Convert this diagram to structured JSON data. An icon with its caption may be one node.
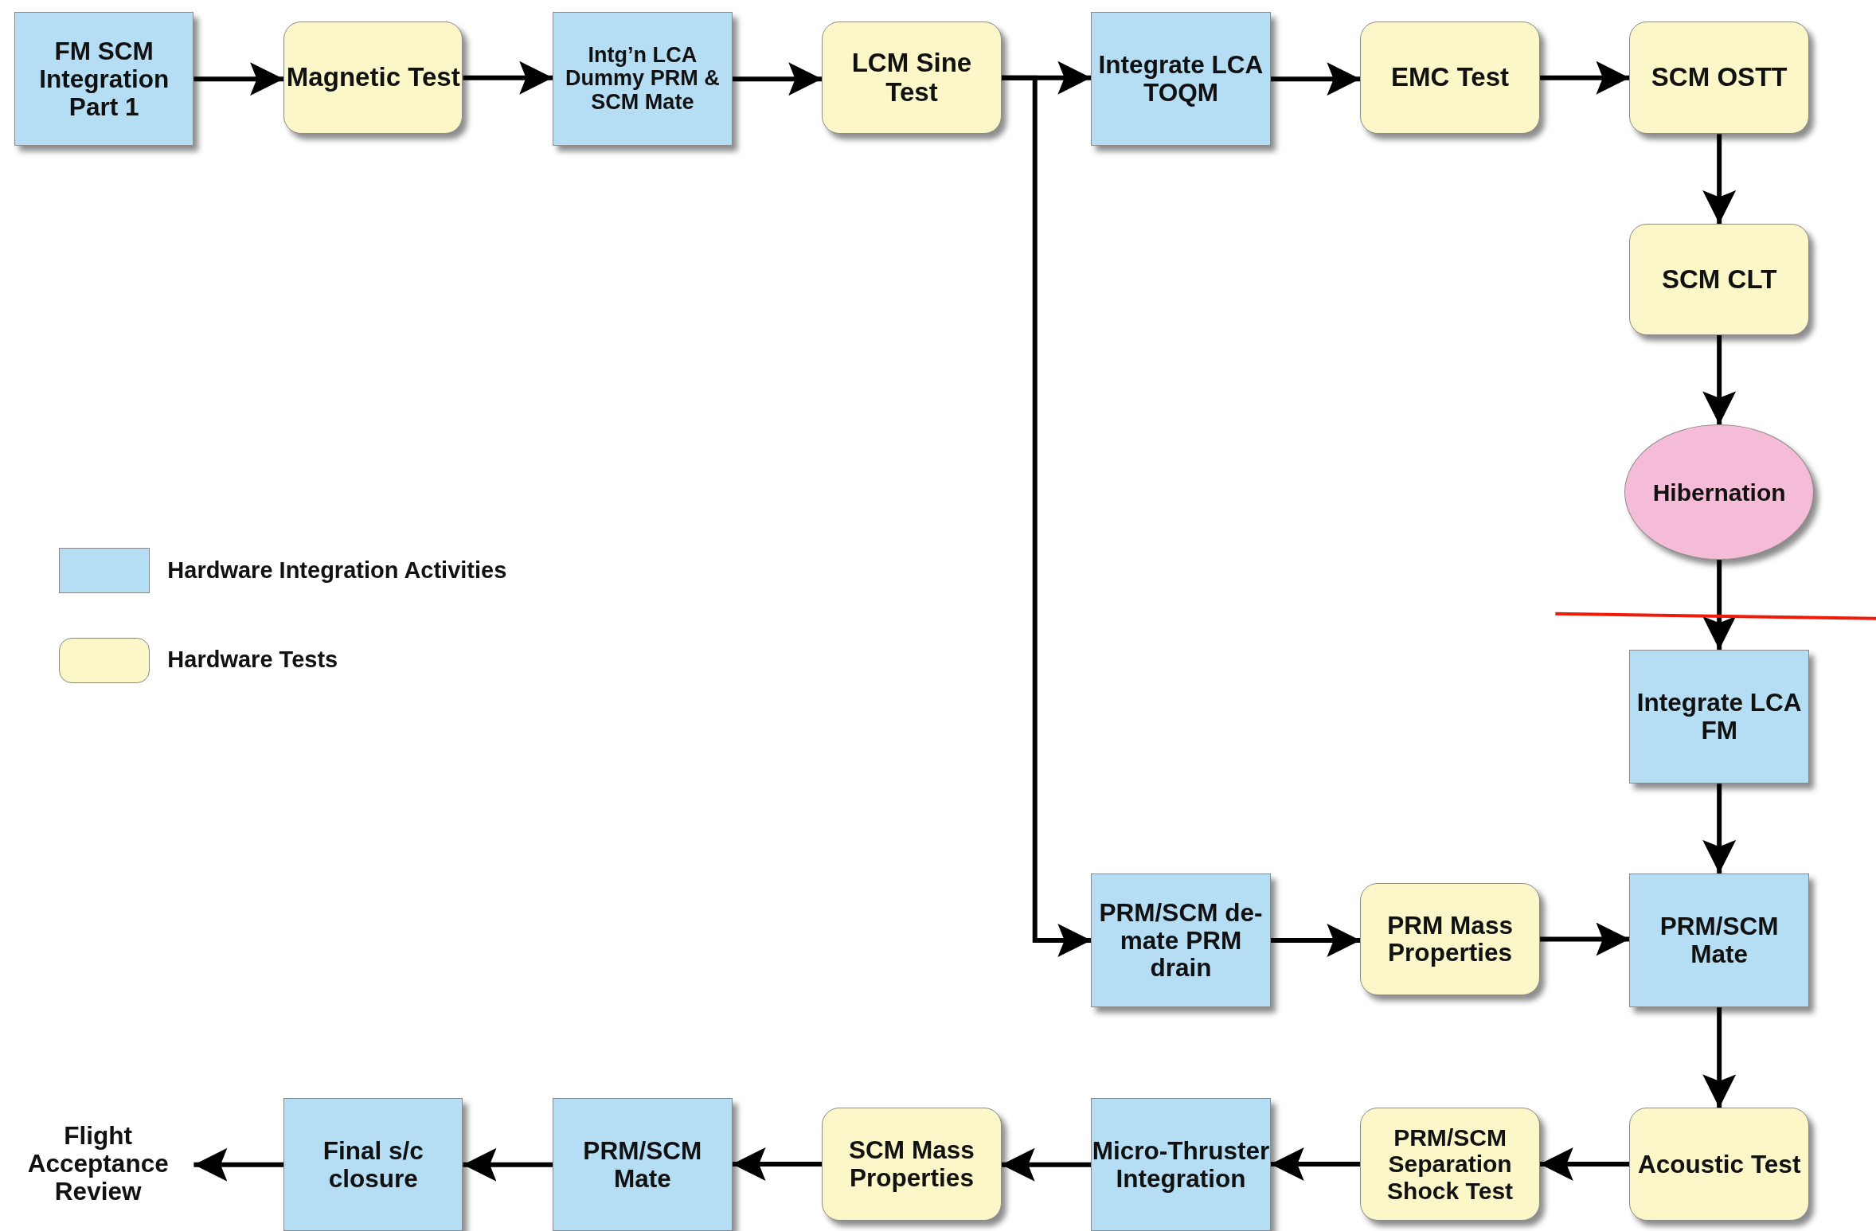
{
  "diagram": {
    "nodes": [
      {
        "text": [
          "FM SCM Integration Part 1"
        ]
      },
      {
        "text": [
          "Magnetic Test"
        ]
      },
      {
        "text": [
          "Intg’n LCA Dummy PRM & SCM Mate"
        ]
      },
      {
        "text": [
          "LCM Sine Test"
        ]
      },
      {
        "text": [
          "Integrate LCA TOQM"
        ]
      },
      {
        "text": [
          "EMC Test"
        ]
      },
      {
        "text": [
          "SCM OSTT"
        ]
      },
      {
        "text": [
          "SCM CLT"
        ]
      },
      {
        "text": [
          "Hibernation"
        ]
      },
      {
        "text": [
          "Integrate LCA FM"
        ]
      },
      {
        "text": [
          "PRM/SCM Mate"
        ]
      },
      {
        "text": [
          "PRM/SCM de-mate PRM drain"
        ]
      },
      {
        "text": [
          "PRM Mass Properties"
        ]
      },
      {
        "text": [
          "Acoustic Test"
        ]
      },
      {
        "text": [
          "PRM/SCM Separation Shock Test"
        ]
      },
      {
        "text": [
          "Micro-Thruster Integration"
        ]
      },
      {
        "text": [
          "SCM Mass Properties"
        ]
      },
      {
        "text": [
          "PRM/SCM Mate"
        ]
      },
      {
        "text": [
          "Final s/c closure"
        ]
      },
      {
        "text": [
          "Flight Acceptance Review"
        ]
      }
    ],
    "edges": [
      {
        "from": 0,
        "to": 1,
        "arrow": "to"
      },
      {
        "from": 1,
        "to": 2,
        "arrow": "to"
      },
      {
        "from": 2,
        "to": 3,
        "arrow": "to"
      },
      {
        "from": 3,
        "to": 4,
        "arrow": "to"
      },
      {
        "from": 4,
        "to": 5,
        "arrow": "to"
      },
      {
        "from": 5,
        "to": 6,
        "arrow": "to"
      },
      {
        "from": 6,
        "to": 7,
        "arrow": "to"
      },
      {
        "from": 7,
        "to": 8,
        "arrow": "to"
      },
      {
        "from": 8,
        "to": 9,
        "arrow": "to"
      },
      {
        "from": 9,
        "to": 10,
        "arrow": "to"
      },
      {
        "from": 3,
        "to": 11,
        "arrow": "to"
      },
      {
        "from": 11,
        "to": 12,
        "arrow": "to"
      },
      {
        "from": 12,
        "to": 10,
        "arrow": "to"
      },
      {
        "from": 10,
        "to": 13,
        "arrow": "to"
      },
      {
        "from": 13,
        "to": 14,
        "arrow": "to"
      },
      {
        "from": 14,
        "to": 15,
        "arrow": "to"
      },
      {
        "from": 15,
        "to": 16,
        "arrow": "to"
      },
      {
        "from": 16,
        "to": 17,
        "arrow": "to"
      },
      {
        "from": 17,
        "to": 18,
        "arrow": "to"
      },
      {
        "from": 18,
        "to": 19,
        "arrow": "to"
      }
    ],
    "legend": [
      {
        "text": "Hardware Integration Activities",
        "color": "#b5def5"
      },
      {
        "text": "Hardware Tests",
        "color": "#fcf7c8"
      }
    ]
  }
}
